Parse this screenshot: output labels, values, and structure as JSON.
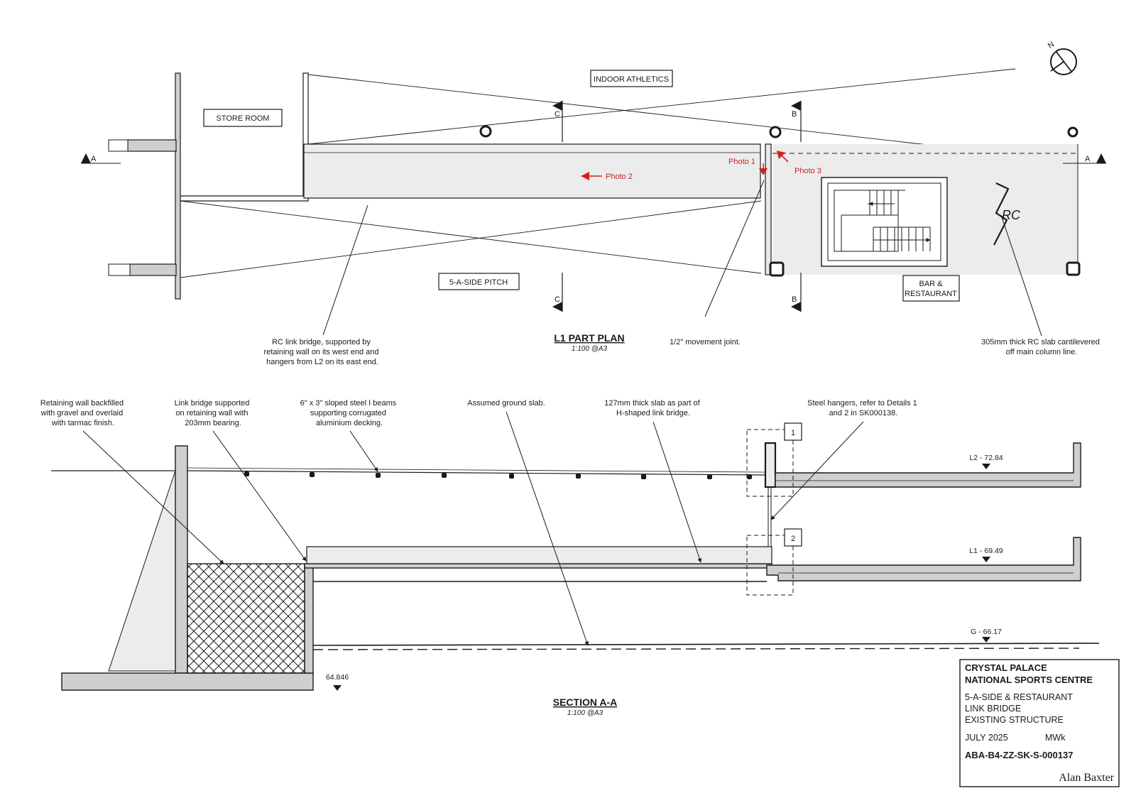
{
  "plan": {
    "labels": {
      "store_room": "STORE ROOM",
      "indoor_athletics": "INDOOR ATHLETICS",
      "pitch": "5-A-SIDE PITCH",
      "bar_line1": "BAR &",
      "bar_line2": "RESTAURANT",
      "rc": "RC",
      "north": "N"
    },
    "photos": {
      "photo1": "Photo 1",
      "photo2": "Photo 2",
      "photo3": "Photo 3"
    },
    "section_marks": {
      "a": "A",
      "b": "B",
      "c": "C"
    },
    "notes": {
      "link_bridge": [
        "RC link bridge, supported by",
        "retaining wall on its west end and",
        "hangers from L2 on its east end."
      ],
      "movement_joint": [
        "1/2\" movement joint."
      ],
      "cantilever": [
        "305mm thick RC slab cantilevered",
        "off main column line."
      ]
    },
    "title": "L1 PART PLAN",
    "scale": "1:100 @A3"
  },
  "section": {
    "notes": {
      "retaining": [
        "Retaining wall backfilled",
        "with gravel and overlaid",
        "with tarmac finish."
      ],
      "bearing": [
        "Link bridge supported",
        "on retaining wall with",
        "203mm bearing."
      ],
      "beams": [
        "6\" x 3\" sloped steel I beams",
        "supporting corrugated",
        "aluminium decking."
      ],
      "ground": [
        "Assumed ground slab."
      ],
      "slab": [
        "127mm thick slab as part of",
        "H-shaped link bridge."
      ],
      "hangers": [
        "Steel hangers, refer to Details 1",
        "and 2 in SK000138."
      ]
    },
    "levels": {
      "l2": "L2 - 72.84",
      "l1": "L1 - 69.49",
      "g": "G - 66.17",
      "base": "64.846"
    },
    "details": {
      "d1": "1",
      "d2": "2"
    },
    "title": "SECTION A-A",
    "scale": "1:100 @A3"
  },
  "title_block": {
    "line1": "CRYSTAL PALACE",
    "line2": "NATIONAL SPORTS CENTRE",
    "desc1": "5-A-SIDE & RESTAURANT",
    "desc2": "LINK BRIDGE",
    "desc3": "EXISTING STRUCTURE",
    "date": "JULY 2025",
    "initials": "MWk",
    "ref": "ABA-B4-ZZ-SK-S-000137",
    "signature": "Alan Baxter"
  },
  "colors": {
    "ink": "#1a1a1a",
    "concrete": "#cfcfcf",
    "bridge_fill": "#ececec",
    "photo_arrow": "#d42020"
  }
}
